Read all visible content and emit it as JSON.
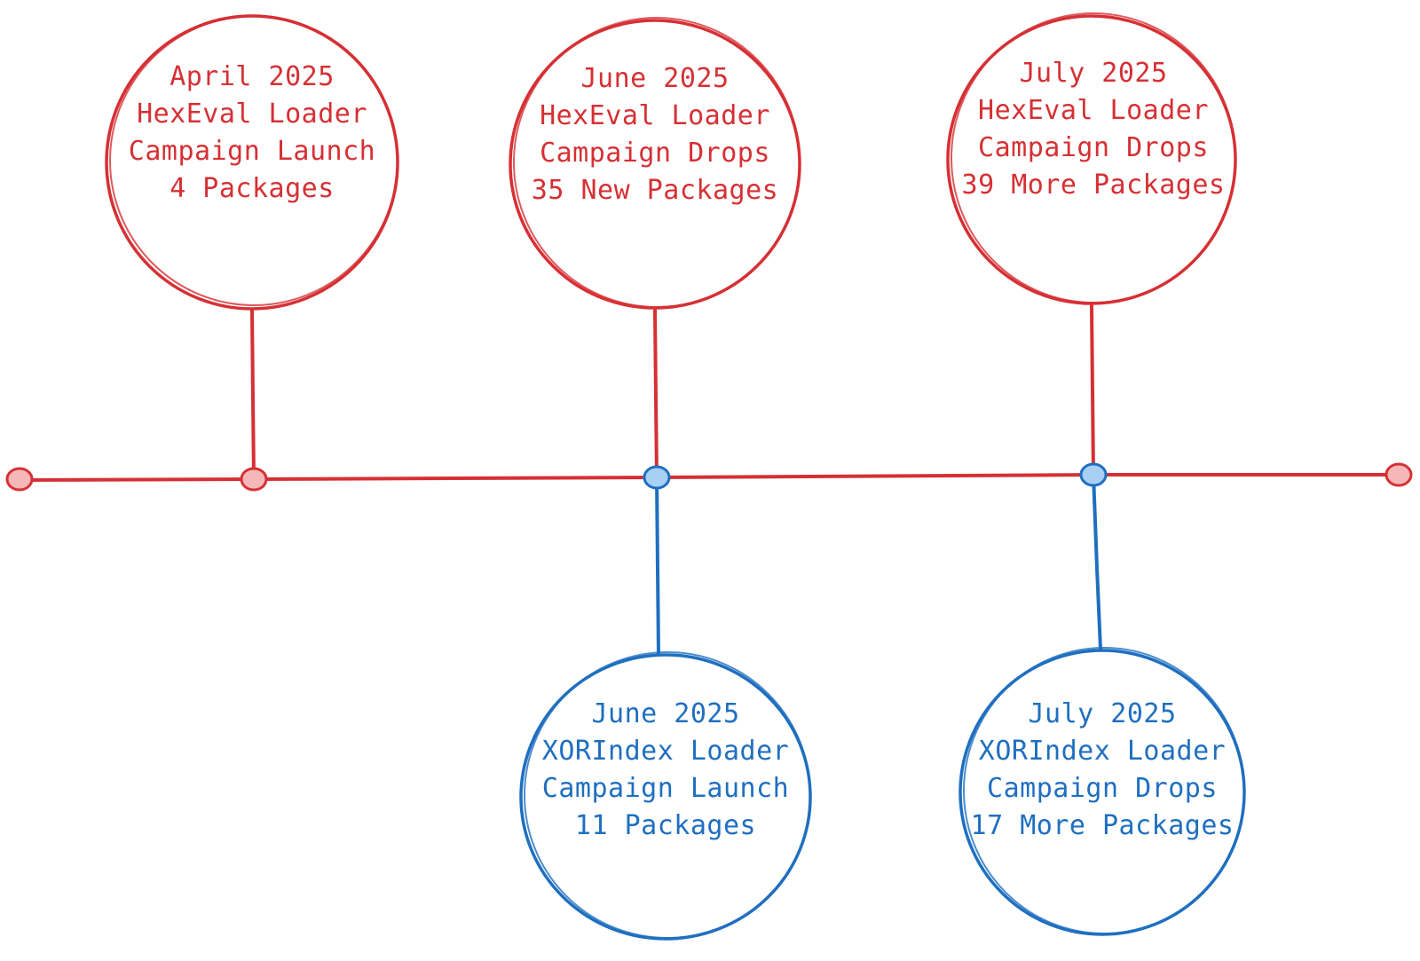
{
  "colors": {
    "hexeval": "#d63034",
    "hexeval_fill": "#f6b7b8",
    "xorindex": "#1f6fc0",
    "xorindex_fill": "#a8d0f5",
    "background": "#ffffff"
  },
  "hexeval_events": [
    {
      "date": "April 2025",
      "line1": "HexEval Loader",
      "line2": "Campaign Launch",
      "line3": "4 Packages"
    },
    {
      "date": "June 2025",
      "line1": "HexEval Loader",
      "line2": "Campaign Drops",
      "line3": "35 New Packages"
    },
    {
      "date": "July 2025",
      "line1": "HexEval Loader",
      "line2": "Campaign Drops",
      "line3": "39 More Packages"
    }
  ],
  "xorindex_events": [
    {
      "date": "June 2025",
      "line1": "XORIndex Loader",
      "line2": "Campaign Launch",
      "line3": "11 Packages"
    },
    {
      "date": "July 2025",
      "line1": "XORIndex Loader",
      "line2": "Campaign Drops",
      "line3": "17 More Packages"
    }
  ]
}
